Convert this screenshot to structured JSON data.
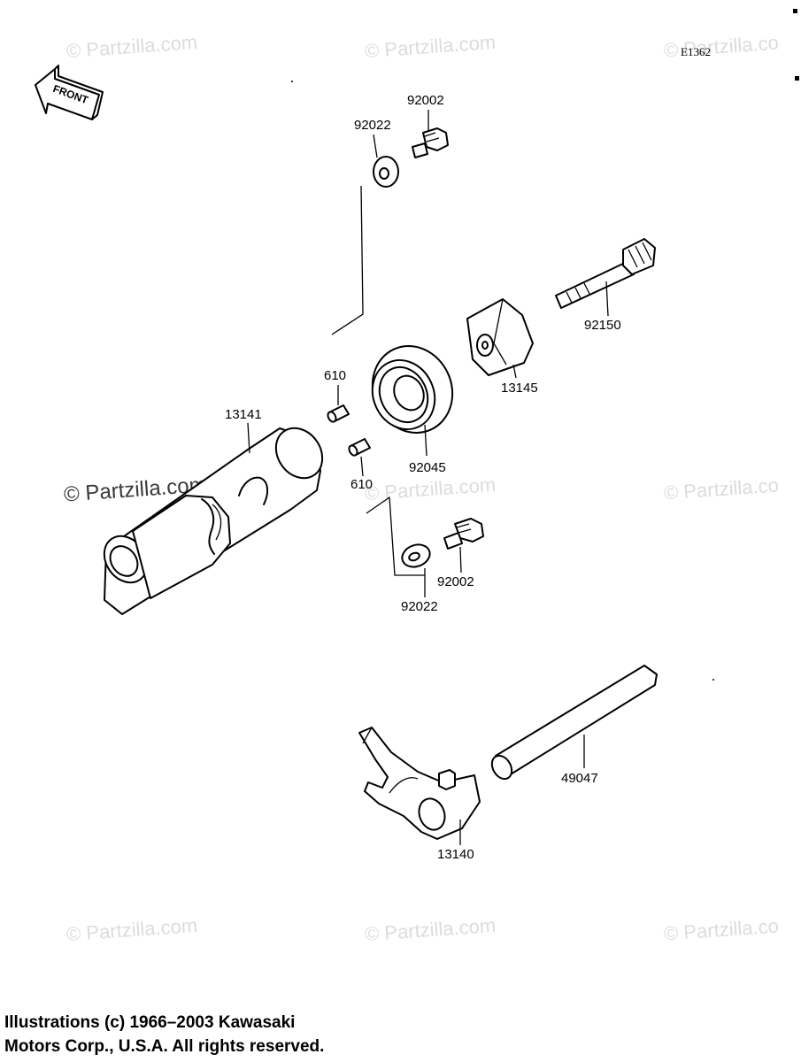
{
  "diagram_code": "E1362",
  "front_label": "FRONT",
  "watermark_text": "© Partzilla.com",
  "watermark_text_cut": "© Partzilla.co",
  "parts": {
    "p92002_top": "92002",
    "p92022_top": "92022",
    "p92150": "92150",
    "p13145": "13145",
    "p610_top": "610",
    "p610_bottom": "610",
    "p13141": "13141",
    "p92045": "92045",
    "p92002_bottom": "92002",
    "p92022_bottom": "92022",
    "p49047": "49047",
    "p13140": "13140"
  },
  "copyright": {
    "line1": "Illustrations (c) 1966–2003 Kawasaki",
    "line2": "Motors Corp., U.S.A.  All rights reserved."
  }
}
